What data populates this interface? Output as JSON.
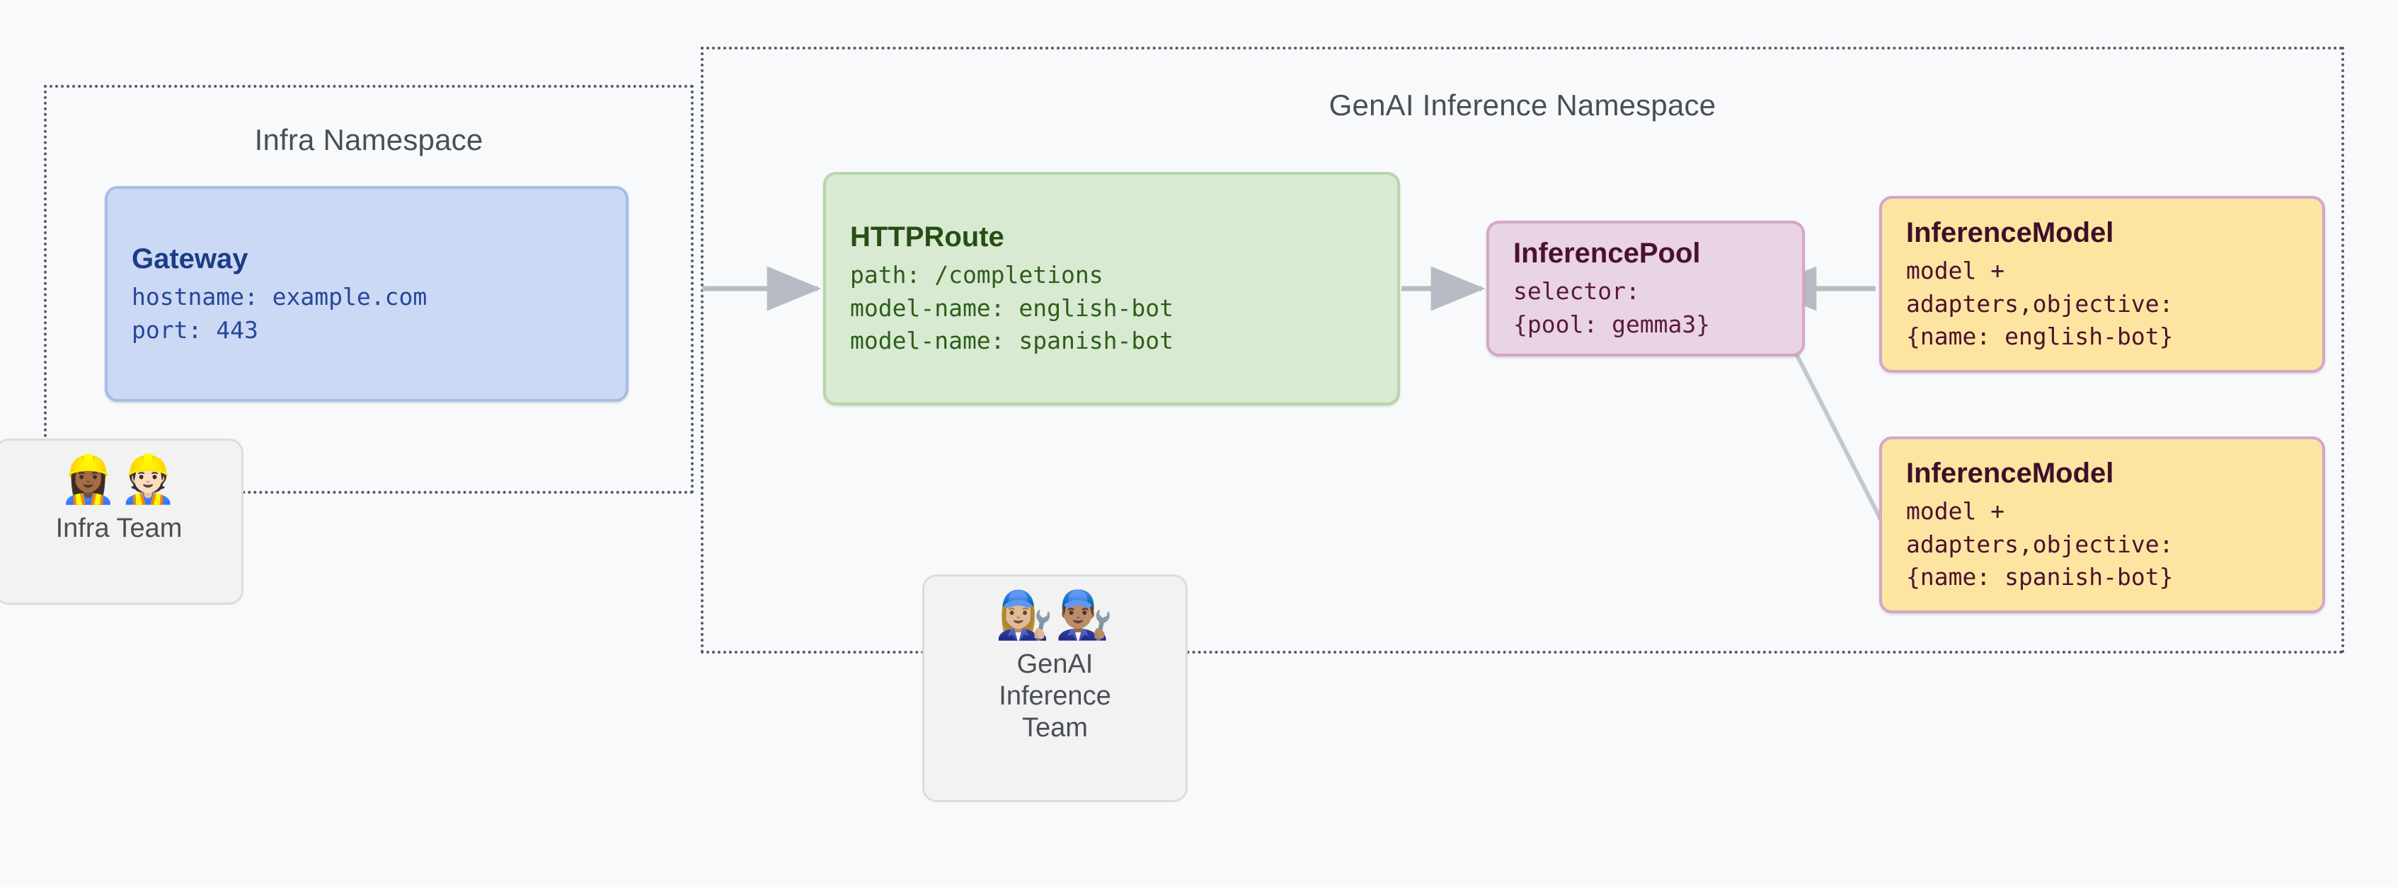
{
  "diagram": {
    "background_color": "#f8f9fb",
    "namespaces": [
      {
        "id": "infra",
        "title": "Infra Namespace",
        "border_color": "#555a63"
      },
      {
        "id": "genai",
        "title": "GenAI Inference Namespace",
        "border_color": "#555a63"
      }
    ],
    "nodes": {
      "gateway": {
        "title": "Gateway",
        "lines": [
          "hostname: example.com",
          "port: 443"
        ],
        "fill": "#ccd9f4",
        "stroke": "#a7bce8",
        "text": "#1b3d86"
      },
      "httproute": {
        "title": "HTTPRoute",
        "lines": [
          "path: /completions",
          "model-name: english-bot",
          "model-name: spanish-bot"
        ],
        "fill": "#d9ead3",
        "stroke": "#b6d7a8",
        "text": "#274e13"
      },
      "inferencepool": {
        "title": "InferencePool",
        "lines": [
          "selector:",
          "{pool: gemma3}"
        ],
        "fill": "#e8d4e2",
        "stroke": "#d5a6c8",
        "text": "#4c1130"
      },
      "inferencemodel_english": {
        "title": "InferenceModel",
        "lines": [
          "model +",
          "adapters,objective:",
          "{name: english-bot}"
        ],
        "fill": "#fce5a0",
        "stroke": "#d5a6c8",
        "text": "#4c1130"
      },
      "inferencemodel_spanish": {
        "title": "InferenceModel",
        "lines": [
          "model +",
          "adapters,objective:",
          "{name: spanish-bot}"
        ],
        "fill": "#fce5a0",
        "stroke": "#d5a6c8",
        "text": "#4c1130"
      }
    },
    "teams": [
      {
        "id": "infra-team",
        "emojis": "👷🏾‍♀️👷🏻",
        "emoji_names": [
          "woman-construction-worker-icon",
          "man-construction-worker-icon"
        ],
        "label": "Infra Team"
      },
      {
        "id": "genai-inference-team",
        "emojis": "👩🏼‍🔧👨🏽‍🔧",
        "emoji_names": [
          "woman-mechanic-icon",
          "man-mechanic-icon"
        ],
        "label": "GenAI\nInference\nTeam",
        "label_lines": [
          "GenAI",
          "Inference",
          "Team"
        ]
      }
    ],
    "edges": [
      {
        "id": "gateway-to-httproute",
        "from": "infra-namespace-edge",
        "to": "httproute",
        "direction": "right",
        "color": "#b7bcc4"
      },
      {
        "id": "httproute-to-inferencepool",
        "from": "httproute",
        "to": "inferencepool",
        "direction": "right",
        "color": "#b7bcc4"
      },
      {
        "id": "english-model-to-pool",
        "from": "inferencemodel_english",
        "to": "inferencepool",
        "direction": "left",
        "color": "#b7bcc4"
      },
      {
        "id": "spanish-model-to-pool",
        "from": "inferencemodel_spanish",
        "to": "inferencepool",
        "direction": "diagonal-up-left",
        "color": "#b7bcc4"
      }
    ]
  }
}
